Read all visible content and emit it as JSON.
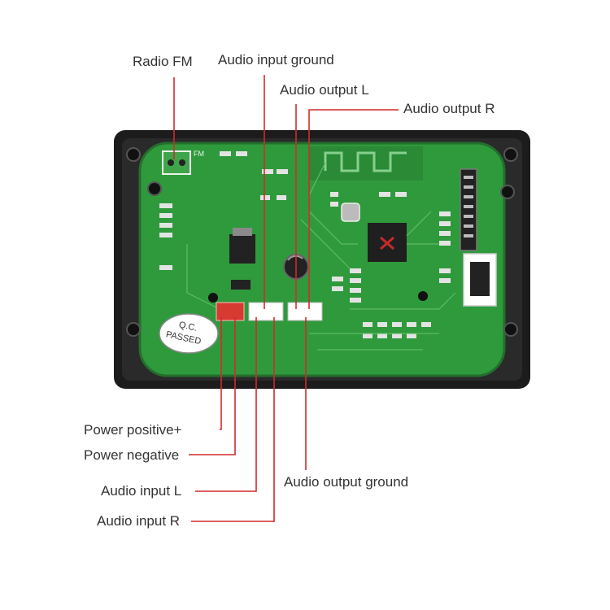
{
  "labels": {
    "radio_fm": "Radio FM",
    "audio_input_ground": "Audio input ground",
    "audio_output_l": "Audio output L",
    "audio_output_r": "Audio output R",
    "power_positive": "Power positive+",
    "power_negative": "Power negative",
    "audio_input_l": "Audio input L",
    "audio_input_r": "Audio input R",
    "audio_output_ground": "Audio output ground"
  },
  "board": {
    "badge_line1": "Q.C.",
    "badge_line2": "PASSED",
    "silk_fm": "FM"
  },
  "colors": {
    "pcb_green": "#2f9a3c",
    "frame_black": "#1c1c1c",
    "leader_red": "#d42a2a",
    "connector_red": "#d63a30"
  }
}
